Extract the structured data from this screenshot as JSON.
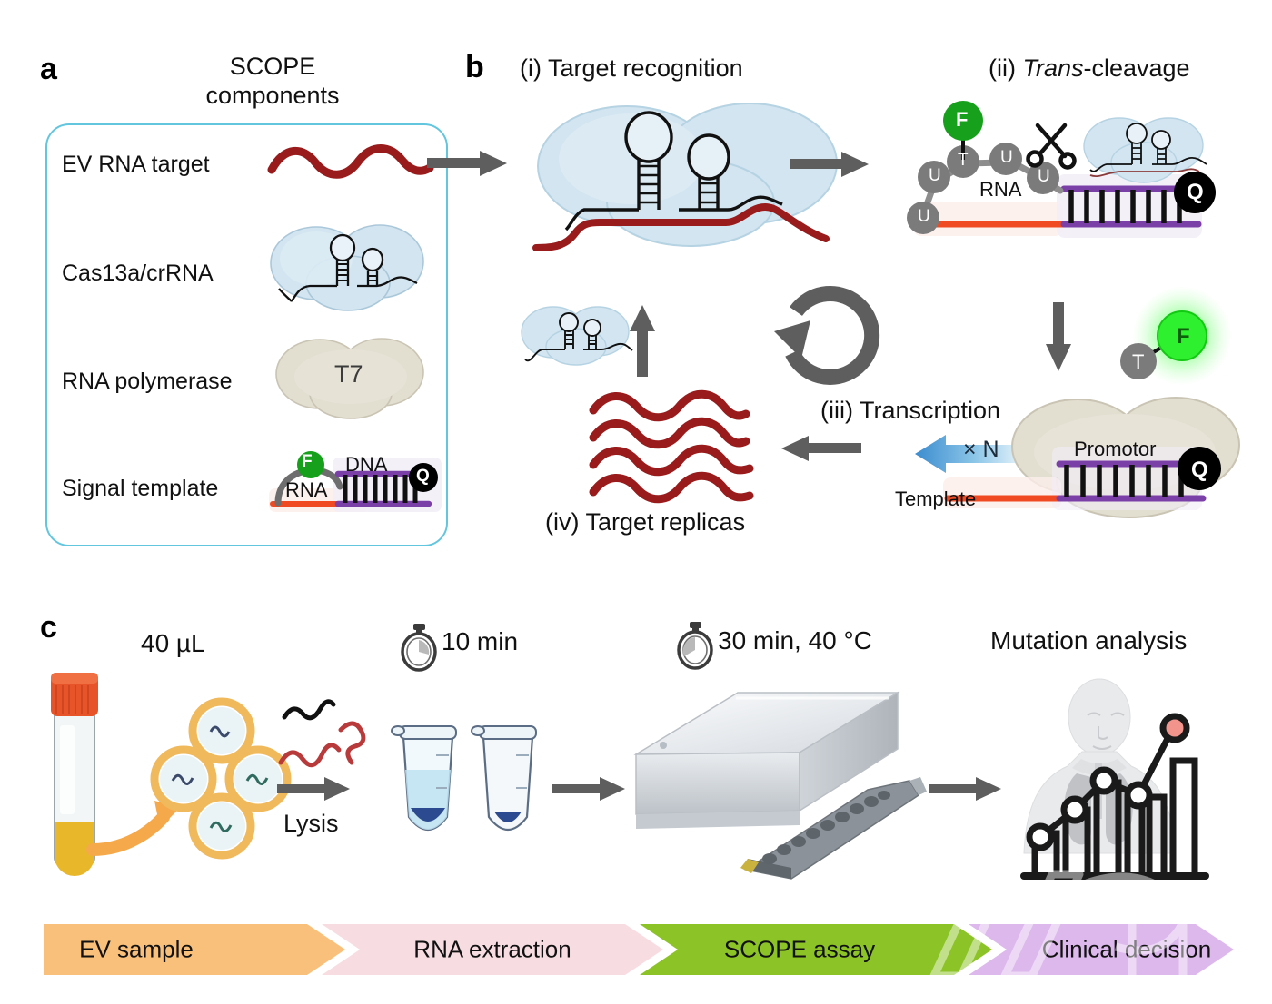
{
  "figure": {
    "panels": [
      "a",
      "b",
      "c"
    ]
  },
  "panel_a": {
    "letter": "a",
    "title_line1": "SCOPE",
    "title_line2": "components",
    "items": [
      {
        "label": "EV RNA target",
        "icon": "rna-wave-icon"
      },
      {
        "label": "Cas13a/crRNA",
        "icon": "cas13a-protein-icon"
      },
      {
        "label": "RNA polymerase",
        "icon": "t7-polymerase-icon",
        "badge": "T7"
      },
      {
        "label": "Signal template",
        "icon": "signal-template-icon"
      }
    ],
    "signal_template": {
      "fluorophore": "F",
      "quencher": "Q",
      "rna_label": "RNA",
      "dna_label": "DNA"
    },
    "border_color": "#63c6df"
  },
  "panel_b": {
    "letter": "b",
    "steps": [
      {
        "id": "i",
        "label": "(i) Target recognition"
      },
      {
        "id": "ii",
        "label_prefix": "(ii) ",
        "label_italic": "Trans",
        "label_suffix": "-cleavage"
      },
      {
        "id": "iii",
        "label": "(iii) Transcription"
      },
      {
        "id": "iv",
        "label": "(iv) Target replicas"
      }
    ],
    "trans_cleavage": {
      "fluorophore": "F",
      "quencher": "Q",
      "rna_label": "RNA",
      "nucleotides": [
        "U",
        "U",
        "T",
        "U",
        "U"
      ],
      "thymine": "T",
      "scissors": "scissors-icon"
    },
    "released_signal": {
      "fluorophore": "F",
      "thymine": "T"
    },
    "transcription": {
      "amplification": "× N",
      "promotor_label": "Promotor",
      "template_label": "Template",
      "quencher": "Q"
    },
    "colors": {
      "rna_red": "#991b1b",
      "template_red": "#f04a22",
      "dna_purple": "#7b3fa8",
      "fluorophore_green": "#17a01c",
      "glow_green": "#2ff02f",
      "quencher_black": "#000000",
      "nucleotide_gray": "#7b7b7b",
      "protein_blue": "#cfe2ee",
      "polymerase_tan": "#e2ded0",
      "arrow_gray": "#5e5e5e",
      "amplify_blue": "#3f8fd0"
    }
  },
  "panel_c": {
    "letter": "c",
    "annotations": [
      {
        "id": "volume",
        "text": "40 µL",
        "icon": null
      },
      {
        "id": "lysis",
        "text": "10 min",
        "icon": "stopwatch-icon"
      },
      {
        "id": "assay",
        "text": "30 min, 40 °C",
        "icon": "stopwatch-icon"
      },
      {
        "id": "analysis",
        "text": "Mutation analysis",
        "icon": null
      }
    ],
    "lysis_label": "Lysis",
    "steps": [
      {
        "label": "EV sample",
        "color": "#f8c07a"
      },
      {
        "label": "RNA extraction",
        "color": "#f7dde1"
      },
      {
        "label": "SCOPE assay",
        "color": "#8cc327"
      },
      {
        "label": "Clinical decision",
        "color": "#dcb8ec"
      }
    ],
    "graphics": {
      "blood_tube": "blood-collection-tube-icon",
      "vesicles": "extracellular-vesicles-icon",
      "free_rna": "free-rna-strands-icon",
      "tubes": "microcentrifuge-tubes-icon",
      "device": "scope-reader-device-icon",
      "chip": "microfluidic-chip-icon",
      "patient_chart": "patient-bar-chart-icon"
    }
  }
}
